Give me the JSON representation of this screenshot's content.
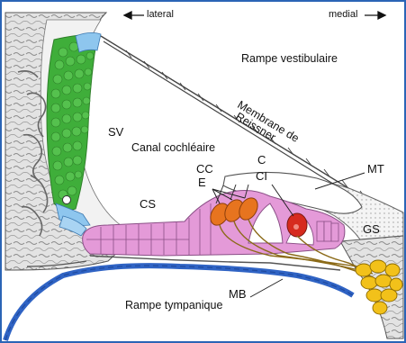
{
  "orientation": {
    "lateral": "lateral",
    "medial": "medial"
  },
  "labels": {
    "rampe_vestibulaire": "Rampe vestibulaire",
    "membrane_reissner_line1": "Membrane de",
    "membrane_reissner_line2": "Reissner",
    "sv": "SV",
    "canal_cochleaire": "Canal cochléaire",
    "cce_line1": "CC",
    "cce_line2": "E",
    "cci_line1": "C",
    "cci_line2": "CI",
    "mt": "MT",
    "cs": "CS",
    "gs": "GS",
    "mb": "MB",
    "rampe_tympanique": "Rampe tympanique"
  },
  "colors": {
    "stria_green": "#3fae3a",
    "stria_blue": "#8ec6ee",
    "support_cells_pink": "#e49ad8",
    "outer_hair_cells_orange": "#e7741f",
    "inner_hair_cell_red": "#d62b1e",
    "ganglion_yellow": "#f2c11a",
    "basilar_membrane_blue": "#2f63c4",
    "frame_blue": "#2b64b6"
  }
}
